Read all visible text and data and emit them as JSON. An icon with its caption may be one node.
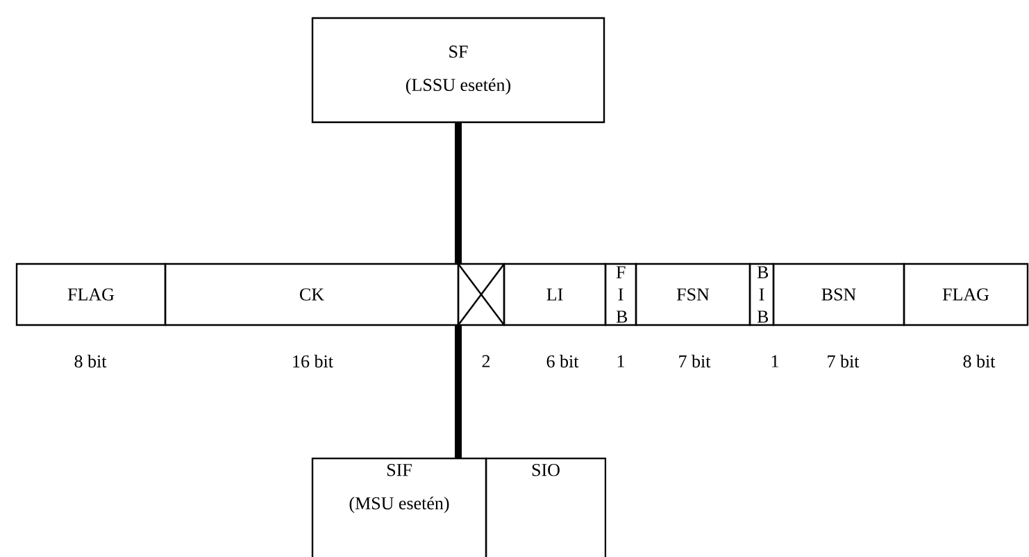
{
  "diagram": {
    "nodes": [
      {
        "text": [
          "SF",
          "(LSSU esetén)"
        ]
      },
      {
        "text": [
          "FLAG"
        ]
      },
      {
        "text": [
          "CK"
        ]
      },
      {
        "text": [],
        "shape": "box"
      },
      {
        "text": [
          "LI"
        ]
      },
      {
        "text": [
          "F I B"
        ]
      },
      {
        "text": [
          "FSN"
        ]
      },
      {
        "text": [
          "B I B"
        ]
      },
      {
        "text": [
          "BSN"
        ]
      },
      {
        "text": [
          "FLAG"
        ]
      },
      {
        "text": [
          "SIF",
          "(MSU esetén)"
        ]
      },
      {
        "text": [
          "SIO"
        ]
      }
    ],
    "edges": [
      {
        "from": 0,
        "to": 3,
        "arrow": "none"
      },
      {
        "from": 3,
        "to": 10,
        "arrow": "none"
      }
    ],
    "labels": [
      "8 bit",
      "16 bit",
      "2",
      "6 bit",
      "1",
      "7 bit",
      "1",
      "7 bit",
      "8 bit"
    ]
  }
}
